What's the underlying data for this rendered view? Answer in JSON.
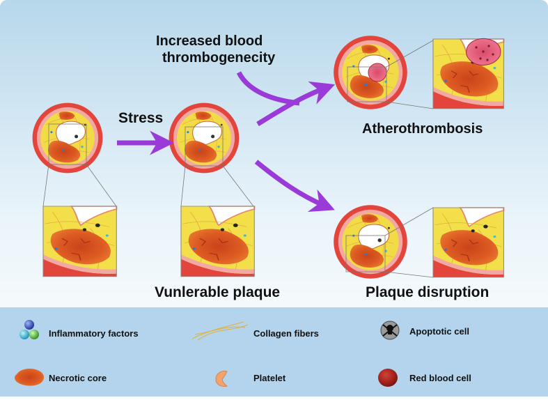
{
  "labels": {
    "stress": "Stress",
    "increased_blood": "Increased blood",
    "thrombogenecity": "thrombogenecity",
    "atherothrombosis": "Atherothrombosis",
    "vulnerable_plaque": "Vunlerable plaque",
    "plaque_disruption": "Plaque disruption"
  },
  "legend": [
    {
      "label": "Inflammatory factors",
      "icon": "inflammatory-factors-icon"
    },
    {
      "label": "Collagen fibers",
      "icon": "collagen-fibers-icon"
    },
    {
      "label": "Apoptotic cell",
      "icon": "apoptotic-cell-icon"
    },
    {
      "label": "Necrotic core",
      "icon": "necrotic-core-icon"
    },
    {
      "label": "Platelet",
      "icon": "platelet-icon"
    },
    {
      "label": "Red blood cell",
      "icon": "red-blood-cell-icon"
    }
  ],
  "colors": {
    "background_top": "#b9d9ec",
    "background_bottom": "#ffffff",
    "legend_panel": "#b3d4ec",
    "vessel_outer": "#e2433b",
    "vessel_media": "#f2a9a4",
    "intima": "#f3e14a",
    "necrotic_core": "#d9531e",
    "arrow": "#9a3bd9",
    "rbc": "#a8231c"
  }
}
